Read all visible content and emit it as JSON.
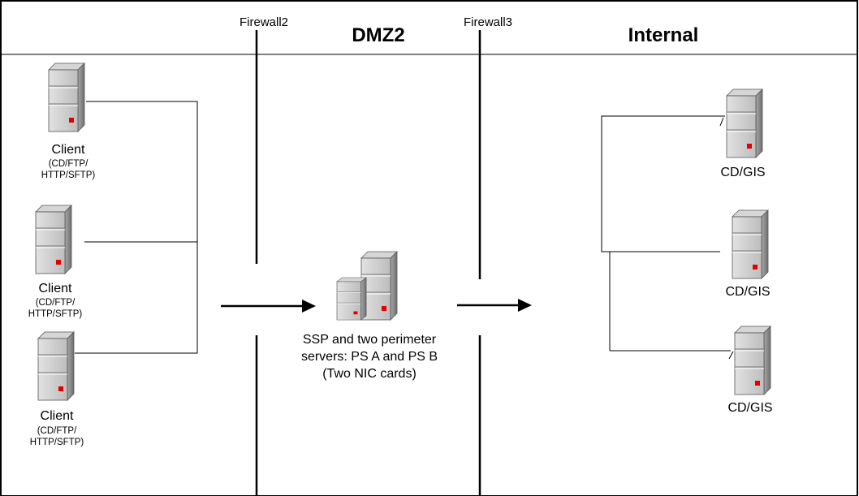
{
  "zones": {
    "dmz": "DMZ2",
    "internal": "Internal"
  },
  "firewalls": {
    "fw2": "Firewall2",
    "fw3": "Firewall3"
  },
  "clients": [
    {
      "name": "Client",
      "protocols": [
        "(CD/FTP/",
        "HTTP/SFTP)"
      ]
    },
    {
      "name": "Client",
      "protocols": [
        "(CD/FTP/",
        "HTTP/SFTP)"
      ]
    },
    {
      "name": "Client",
      "protocols": [
        "(CD/FTP/",
        "HTTP/SFTP)"
      ]
    }
  ],
  "perimeter": {
    "caption": [
      "SSP and two perimeter",
      "servers: PS A and PS B",
      "(Two NIC cards)"
    ]
  },
  "internal_servers": [
    {
      "name": "CD/GIS"
    },
    {
      "name": "CD/GIS"
    },
    {
      "name": "CD/GIS"
    }
  ],
  "colors": {
    "line": "#000000",
    "led": "#e00000",
    "server_face": "#c8c8c8",
    "server_side": "#8a8a8a"
  }
}
